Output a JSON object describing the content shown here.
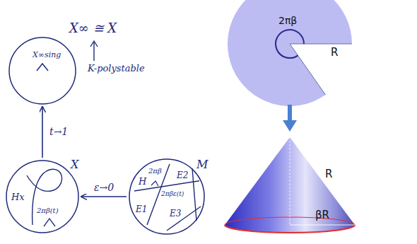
{
  "diagram": {
    "nodes": [
      {
        "text": [
          "X∞ ≅ X",
          "X∞sing"
        ]
      },
      {
        "text": [
          "X",
          "Hx",
          "2πβ(t)"
        ]
      },
      {
        "text": [
          "M",
          "H",
          "2πβ",
          "E2",
          "2πβε(t)",
          "E1",
          "E3"
        ]
      }
    ],
    "edges": [
      {
        "from": 2,
        "to": 1,
        "label": "ε→0",
        "arrow": "to"
      },
      {
        "from": 1,
        "to": 0,
        "label": "t→1",
        "arrow": "to"
      }
    ],
    "labels": [
      "K-polystable",
      "2πβ",
      "R",
      "R",
      "βR"
    ]
  }
}
